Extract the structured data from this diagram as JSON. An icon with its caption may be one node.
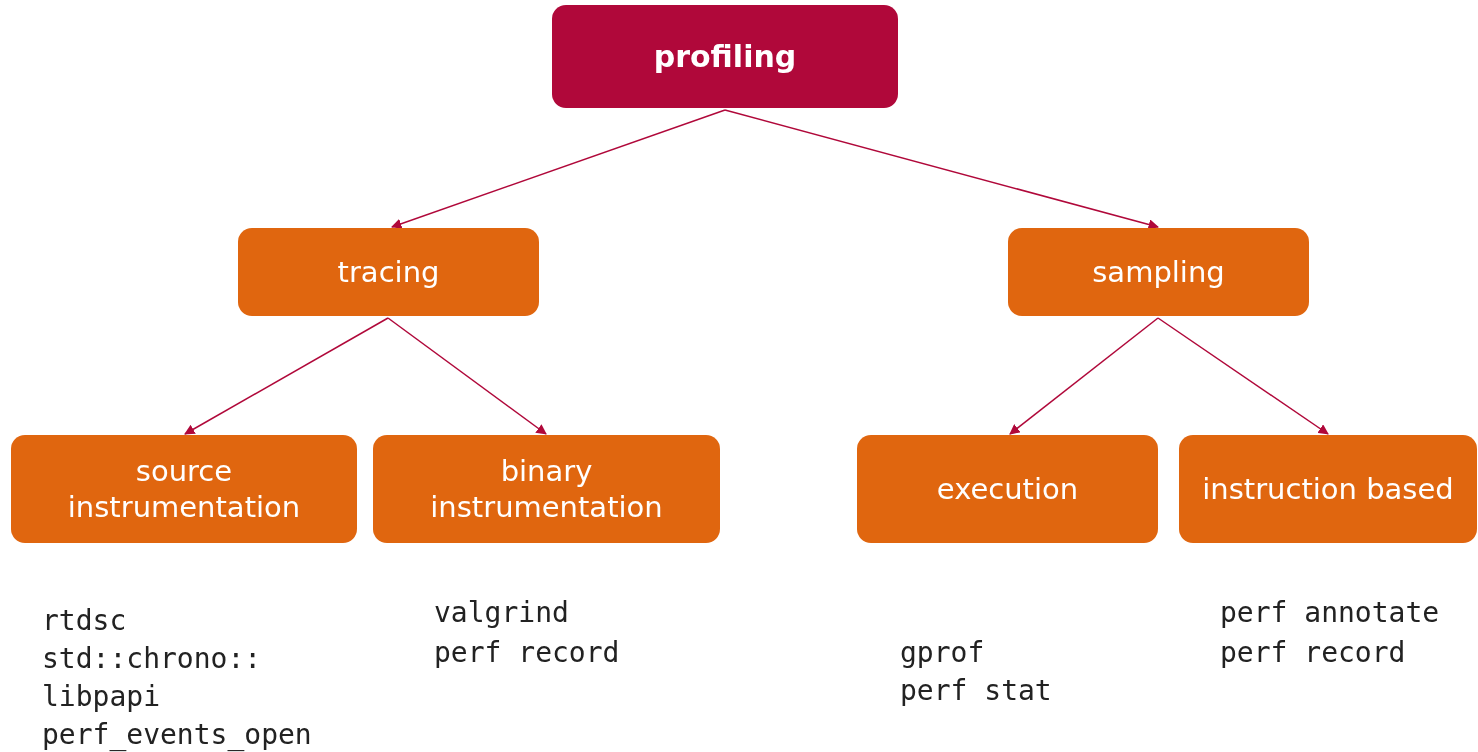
{
  "diagram": {
    "nodes": [
      {
        "text": [
          "profiling"
        ]
      },
      {
        "text": [
          "tracing"
        ]
      },
      {
        "text": [
          "sampling"
        ]
      },
      {
        "text": [
          "source instrumentation"
        ]
      },
      {
        "text": [
          "binary instrumentation"
        ]
      },
      {
        "text": [
          "execution"
        ]
      },
      {
        "text": [
          "instruction based"
        ]
      }
    ],
    "edges": [
      {
        "from": 0,
        "to": 1,
        "arrow": "to"
      },
      {
        "from": 0,
        "to": 2,
        "arrow": "to"
      },
      {
        "from": 1,
        "to": 3,
        "arrow": "to"
      },
      {
        "from": 1,
        "to": 4,
        "arrow": "to"
      },
      {
        "from": 2,
        "to": 5,
        "arrow": "to"
      },
      {
        "from": 2,
        "to": 6,
        "arrow": "to"
      }
    ],
    "labels": [
      "rtdsc",
      "std::chrono::",
      "libpapi",
      "perf_events_open",
      "valgrind",
      "perf record",
      "gprof",
      "perf stat",
      "perf annotate",
      "perf record"
    ]
  }
}
